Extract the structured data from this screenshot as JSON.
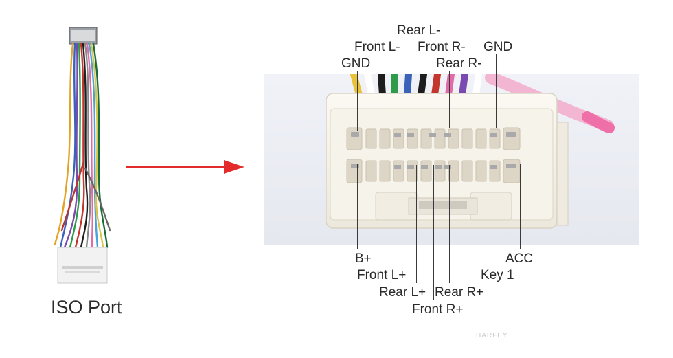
{
  "left_panel": {
    "caption": "ISO Port"
  },
  "top_labels": {
    "rear_l_minus": "Rear L-",
    "front_l_minus": "Front L-",
    "front_r_minus": "Front R-",
    "gnd_right": "GND",
    "gnd_left": "GND",
    "rear_r_minus": "Rear R-"
  },
  "bottom_labels": {
    "b_plus": "B+",
    "front_l_plus": "Front L+",
    "rear_l_plus": "Rear L+",
    "rear_r_plus": "Rear R+",
    "front_r_plus": "Front R+",
    "acc": "ACC",
    "key_1": "Key 1"
  },
  "watermark": "HARFEY",
  "colors": {
    "arrow": "#e32b2b",
    "connector_body": "#f4f1e8",
    "pin": "#c9c2b4"
  },
  "icons": {
    "harness": "iso-harness-icon",
    "arrow": "right-arrow-icon",
    "connector": "connector-photo-icon"
  }
}
